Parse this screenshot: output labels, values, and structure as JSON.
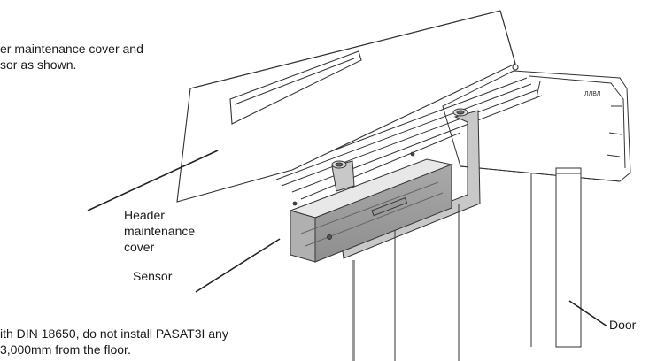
{
  "instruction_lines": [
    "er maintenance cover and",
    "sor as shown."
  ],
  "labels": {
    "cover_lines": [
      "Header",
      "maintenance",
      "cover"
    ],
    "sensor": "Sensor",
    "door": "Door"
  },
  "note_lines": [
    "ith DIN 18650, do not install PASAT3I any",
    "3,000mm from the floor."
  ]
}
